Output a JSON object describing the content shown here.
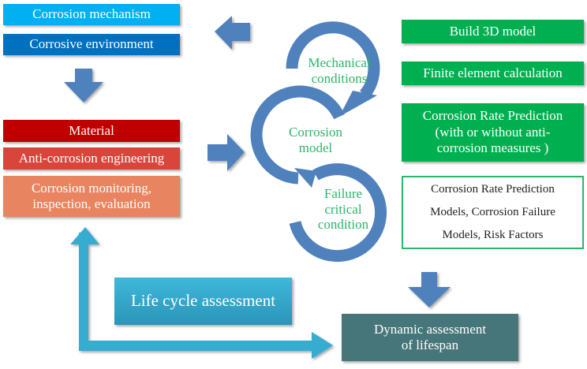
{
  "left_column": {
    "top_group": [
      {
        "label": "Corrosion mechanism",
        "color": "#00b0f0"
      },
      {
        "label": "Corrosive environment",
        "color": "#0070c0"
      }
    ],
    "bottom_group": [
      {
        "label": "Material",
        "color": "#c00000"
      },
      {
        "label": "Anti-corrosion engineering",
        "color": "#d9453b"
      },
      {
        "label_line1": "Corrosion monitoring,",
        "label_line2": "inspection, evaluation",
        "color": "#e8845f"
      }
    ]
  },
  "cycle": {
    "color": "#4f81bd",
    "text_color": "#2db46a",
    "nodes": [
      {
        "line1": "Mechanical",
        "line2": "conditions"
      },
      {
        "line1": "Corrosion",
        "line2": "model"
      },
      {
        "line1": "Failure",
        "line2": "critical",
        "line3": "condition"
      }
    ]
  },
  "right_column": {
    "color": "#00b050",
    "steps": [
      {
        "label": "Build 3D model"
      },
      {
        "label": "Finite element calculation"
      },
      {
        "line1": "Corrosion Rate Prediction",
        "line2": "(with or without anti-",
        "line3": "corrosion measures )"
      }
    ],
    "models_box": {
      "line1": "Corrosion Rate Prediction",
      "line2": "Models, Corrosion Failure",
      "line3": "Models, Risk Factors",
      "border_color": "#2db46a"
    }
  },
  "bottom": {
    "life_cycle": {
      "label": "Life cycle assessment",
      "color": "#31a9cd"
    },
    "dynamic": {
      "line1": "Dynamic assessment",
      "line2": "of lifespan",
      "color": "#467679"
    }
  },
  "arrows": {
    "block_color": "#4f81bd",
    "loop_color": "#34acd0"
  }
}
